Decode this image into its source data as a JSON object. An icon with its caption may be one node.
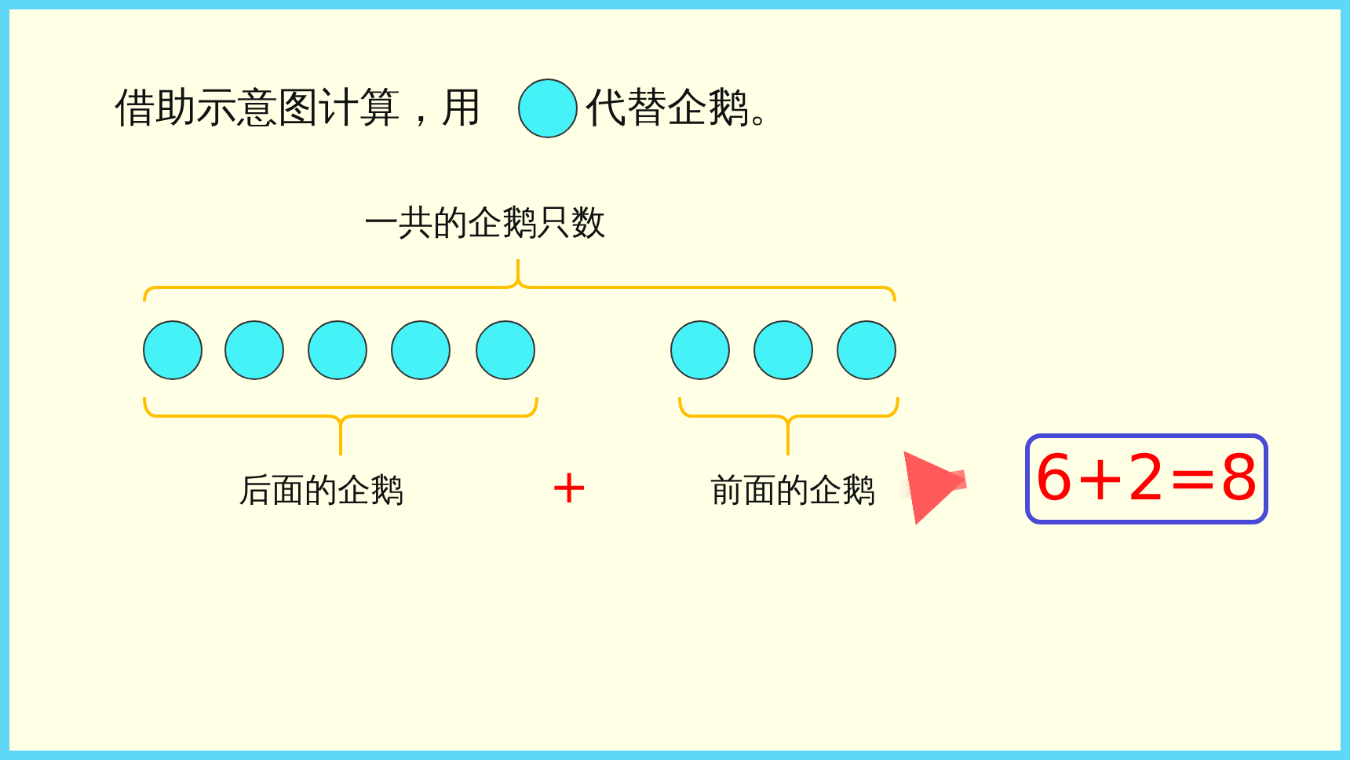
{
  "diagram": {
    "nodes": [
      {
        "text": [],
        "shape": "circle"
      },
      {
        "text": [],
        "shape": "circle"
      },
      {
        "text": [],
        "shape": "circle"
      },
      {
        "text": [],
        "shape": "circle"
      },
      {
        "text": [],
        "shape": "circle"
      },
      {
        "text": [],
        "shape": "circle"
      },
      {
        "text": [],
        "shape": "circle"
      },
      {
        "text": [],
        "shape": "circle"
      },
      {
        "text": [],
        "shape": "circle"
      },
      {
        "text": [
          "前面的企鹅"
        ]
      },
      {
        "text": [
          "6+2=8"
        ]
      }
    ],
    "edges": [
      {
        "from": 9,
        "to": 10,
        "arrow": "to"
      }
    ],
    "labels": [
      "借助示意图计算，用",
      "代替企鹅。",
      "一共的企鹅只数",
      "后面的企鹅",
      "+"
    ]
  }
}
